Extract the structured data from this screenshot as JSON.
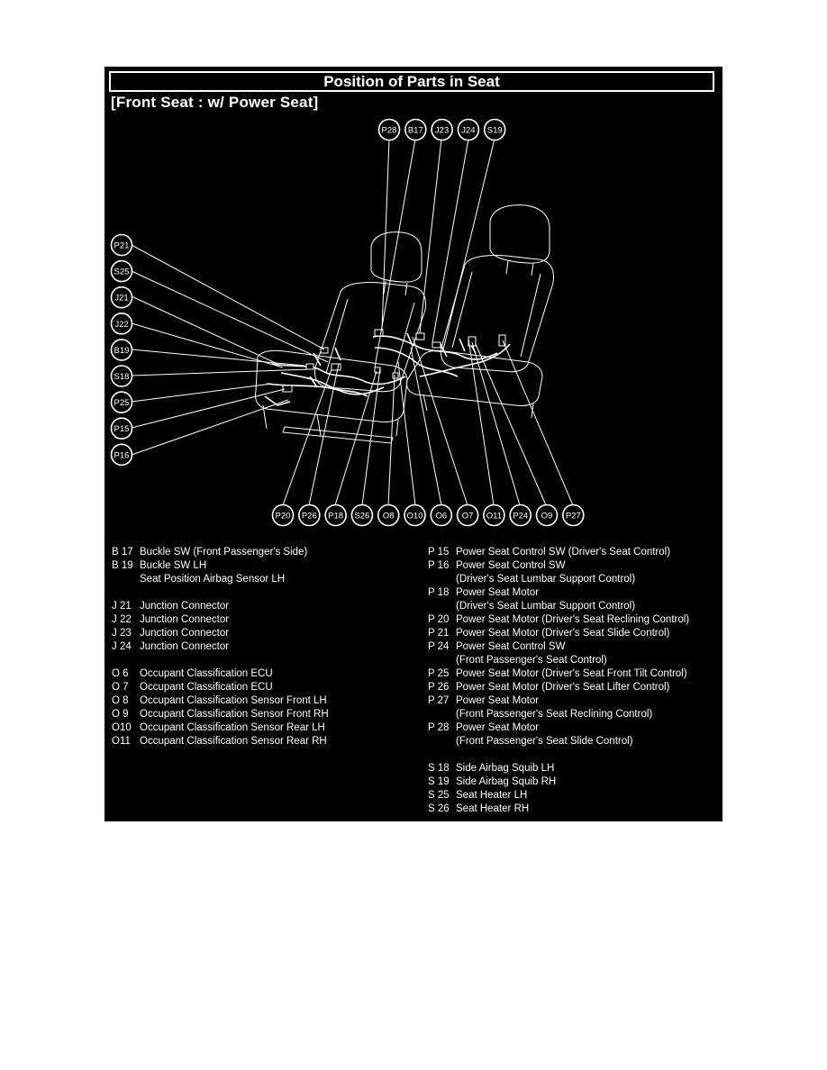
{
  "title": "Position of Parts in Seat",
  "subtitle": "[Front Seat : w/ Power Seat]",
  "callouts": {
    "top": [
      "P28",
      "B17",
      "J23",
      "J24",
      "S19"
    ],
    "left": [
      "P21",
      "S25",
      "J21",
      "J22",
      "B19",
      "S18",
      "P25",
      "P15",
      "P16"
    ],
    "bottom": [
      "P20",
      "P26",
      "P18",
      "S26",
      "O8",
      "O10",
      "O6",
      "O7",
      "O11",
      "P24",
      "O9",
      "P27"
    ]
  },
  "legend_left": [
    {
      "code": "B 17",
      "name": "Buckle SW (Front Passenger's Side)"
    },
    {
      "code": "B 19",
      "name": "Buckle SW LH"
    },
    {
      "code": "",
      "name": "Seat Position Airbag Sensor LH"
    },
    {
      "spacer": true
    },
    {
      "code": "J 21",
      "name": "Junction Connector"
    },
    {
      "code": "J 22",
      "name": "Junction Connector"
    },
    {
      "code": "J 23",
      "name": "Junction Connector"
    },
    {
      "code": "J 24",
      "name": "Junction Connector"
    },
    {
      "spacer": true
    },
    {
      "code": "O  6",
      "name": "Occupant Classification ECU"
    },
    {
      "code": "O  7",
      "name": "Occupant Classification ECU"
    },
    {
      "code": "O  8",
      "name": "Occupant Classification Sensor Front LH"
    },
    {
      "code": "O  9",
      "name": "Occupant Classification Sensor Front RH"
    },
    {
      "code": "O10",
      "name": "Occupant Classification Sensor Rear LH"
    },
    {
      "code": "O11",
      "name": "Occupant Classification Sensor Rear RH"
    }
  ],
  "legend_right": [
    {
      "code": "P 15",
      "name": "Power Seat Control SW (Driver's Seat Control)"
    },
    {
      "code": "P 16",
      "name": "Power Seat Control SW"
    },
    {
      "code": "",
      "name": "(Driver's Seat Lumbar Support Control)"
    },
    {
      "code": "P 18",
      "name": "Power Seat Motor"
    },
    {
      "code": "",
      "name": "(Driver's Seat Lumbar Support Control)"
    },
    {
      "code": "P 20",
      "name": "Power Seat Motor (Driver's Seat Reclining Control)"
    },
    {
      "code": "P 21",
      "name": "Power Seat Motor (Driver's Seat Slide Control)"
    },
    {
      "code": "P 24",
      "name": "Power Seat Control SW"
    },
    {
      "code": "",
      "name": "(Front Passenger's Seat Control)"
    },
    {
      "code": "P 25",
      "name": "Power Seat Motor (Driver's Seat Front Tilt Control)"
    },
    {
      "code": "P 26",
      "name": "Power Seat Motor (Driver's Seat Lifter Control)"
    },
    {
      "code": "P 27",
      "name": "Power Seat Motor"
    },
    {
      "code": "",
      "name": "(Front Passenger's Seat Reclining Control)"
    },
    {
      "code": "P 28",
      "name": "Power Seat Motor"
    },
    {
      "code": "",
      "name": "(Front Passenger's Seat Slide Control)"
    },
    {
      "spacer": true
    },
    {
      "code": "S 18",
      "name": "Side Airbag Squib LH"
    },
    {
      "code": "S 19",
      "name": "Side Airbag Squib RH"
    },
    {
      "code": "S 25",
      "name": "Seat Heater LH"
    },
    {
      "code": "S 26",
      "name": "Seat Heater RH"
    }
  ]
}
